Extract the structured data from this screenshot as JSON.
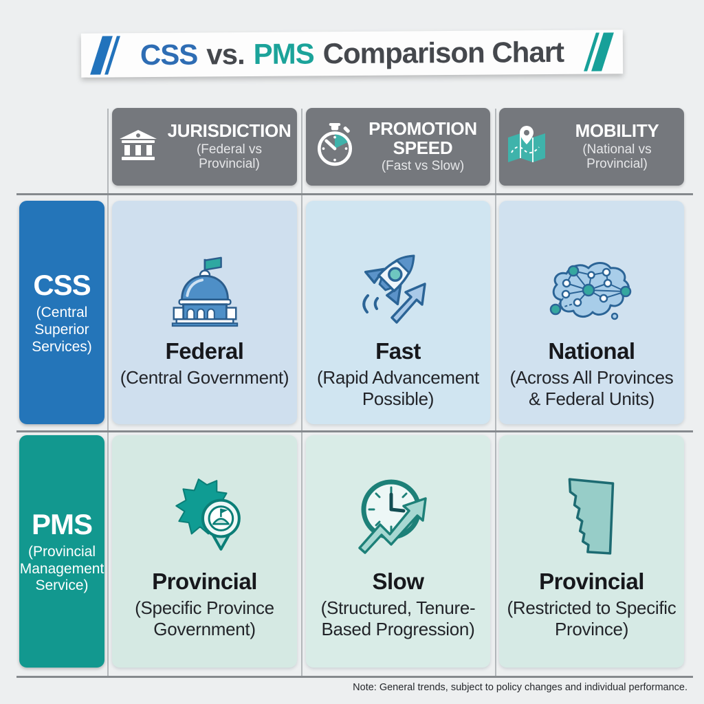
{
  "title": {
    "css": "CSS",
    "vs": "vs.",
    "pms": "PMS",
    "rest": "Comparison Chart"
  },
  "columns": [
    {
      "icon": "bank-icon",
      "label": "JURISDICTION",
      "sub": "(Federal vs Provincial)"
    },
    {
      "icon": "stopwatch-icon",
      "label": "PROMOTION SPEED",
      "sub": "(Fast vs Slow)"
    },
    {
      "icon": "map-icon",
      "label": "MOBILITY",
      "sub": "(National vs Provincial)"
    }
  ],
  "rows": [
    {
      "label": "CSS",
      "sub": "(Central Superior Services)",
      "cells": [
        {
          "icon": "capitol-building-icon",
          "heading": "Federal",
          "sub": "(Central Government)"
        },
        {
          "icon": "rocket-arrow-icon",
          "heading": "Fast",
          "sub": "(Rapid Advancement Possible)"
        },
        {
          "icon": "national-network-map-icon",
          "heading": "National",
          "sub": "(Across All Provinces & Federal Units)"
        }
      ]
    },
    {
      "label": "PMS",
      "sub": "(Provincial Management Service)",
      "cells": [
        {
          "icon": "province-map-pin-icon",
          "heading": "Provincial",
          "sub": "(Specific Province Government)"
        },
        {
          "icon": "clock-growth-icon",
          "heading": "Slow",
          "sub": "(Structured, Tenure-Based Progression)"
        },
        {
          "icon": "province-outline-icon",
          "heading": "Provincial",
          "sub": "(Restricted to Specific Province)"
        }
      ]
    }
  ],
  "footer": {
    "note": "Note: General trends, subject to policy changes and individual performance."
  },
  "colors": {
    "accent_blue": "#2e6db4",
    "accent_teal": "#17a099",
    "header_gray": "#75787d",
    "row_css_blue": "#2475b9",
    "row_pms_teal": "#12988f",
    "cell_blue": "#cfdfee",
    "cell_mint": "#d5e9e3"
  }
}
